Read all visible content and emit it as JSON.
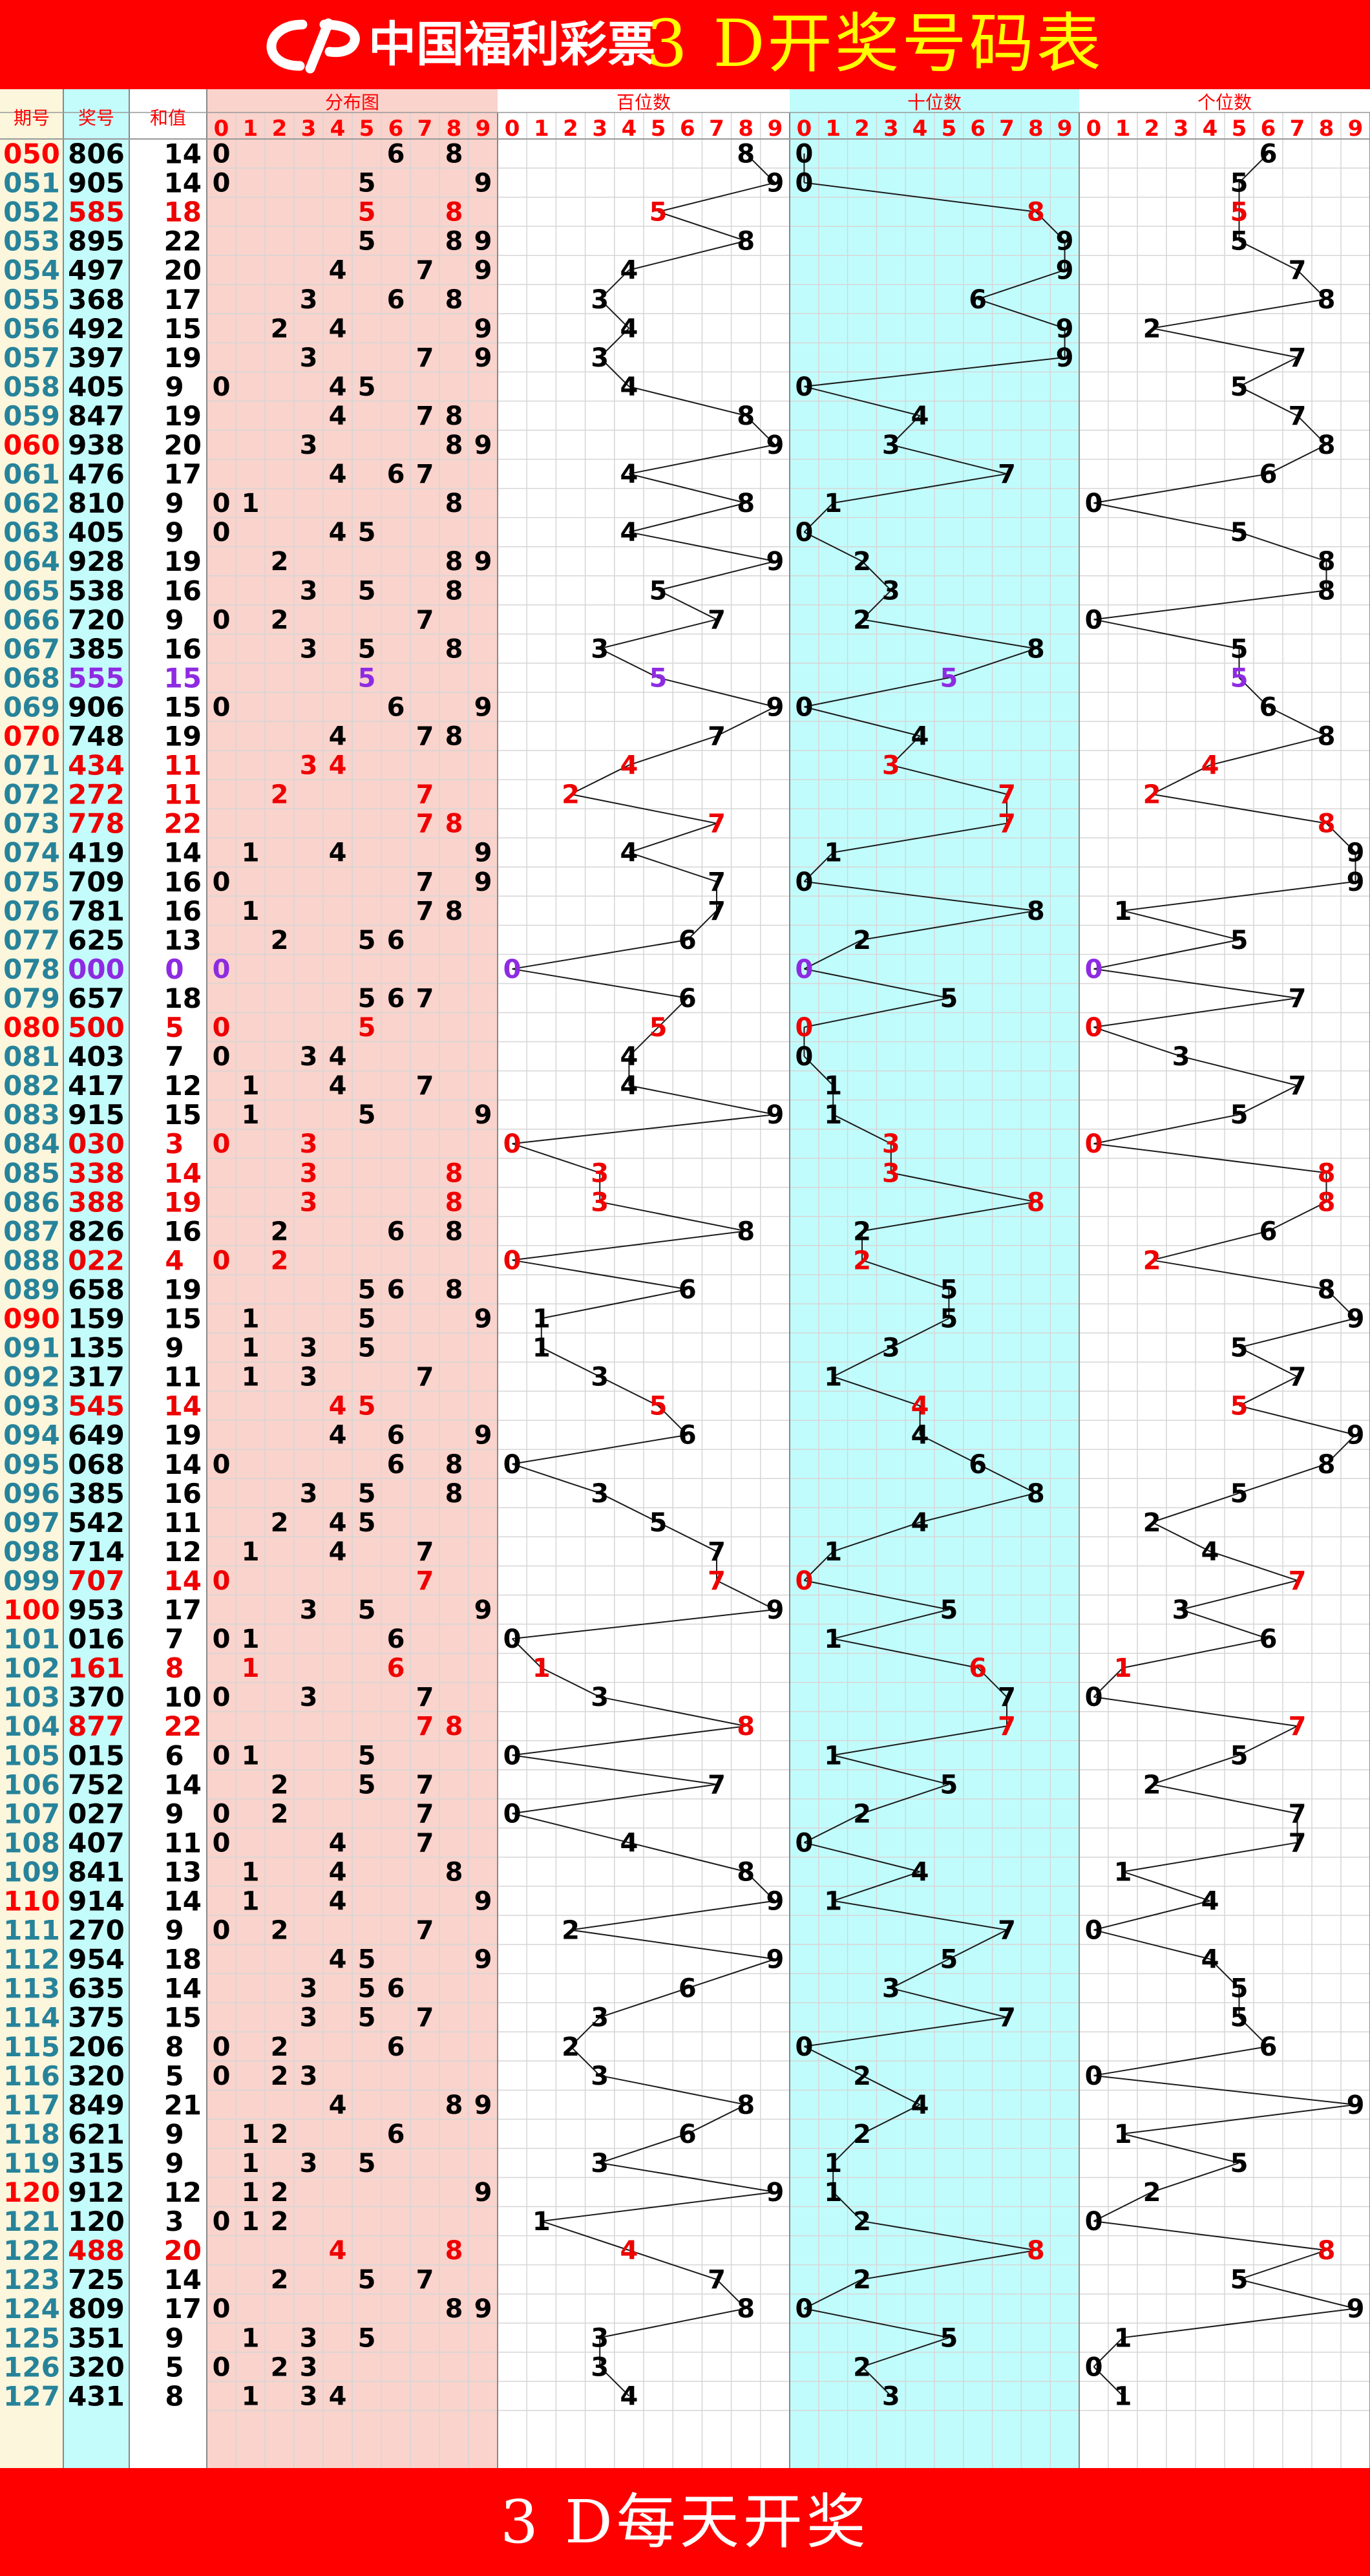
{
  "header": {
    "brand": "中国福利彩票",
    "title": "3 D开奖号码表"
  },
  "footer": {
    "text": "3 D每天开奖"
  },
  "colors": {
    "banner": "#ff0000",
    "title_text": "#ffff00",
    "period_column": "#fbf6dc",
    "number_column": "#c4fcfc",
    "distribution_column": "#f9d3cc",
    "tens_column": "#c1fcfc",
    "normal_digit": "#000000",
    "pair_digit": "#ee0000",
    "triple_digit": "#8e2be2",
    "period_normal": "#27839a",
    "period_round": "#ff0000"
  },
  "chart_data": {
    "type": "table",
    "columns": {
      "period": "期号",
      "number": "奖号",
      "sum": "和值",
      "distribution": "分布图",
      "hundreds": "百位数",
      "tens": "十位数",
      "units": "个位数"
    },
    "digit_labels": [
      "0",
      "1",
      "2",
      "3",
      "4",
      "5",
      "6",
      "7",
      "8",
      "9"
    ],
    "periods": [
      "050",
      "051",
      "052",
      "053",
      "054",
      "055",
      "056",
      "057",
      "058",
      "059",
      "060",
      "061",
      "062",
      "063",
      "064",
      "065",
      "066",
      "067",
      "068",
      "069",
      "070",
      "071",
      "072",
      "073",
      "074",
      "075",
      "076",
      "077",
      "078",
      "079",
      "080",
      "081",
      "082",
      "083",
      "084",
      "085",
      "086",
      "087",
      "088",
      "089",
      "090",
      "091",
      "092",
      "093",
      "094",
      "095",
      "096",
      "097",
      "098",
      "099",
      "100",
      "101",
      "102",
      "103",
      "104",
      "105",
      "106",
      "107",
      "108",
      "109",
      "110",
      "111",
      "112",
      "113",
      "114",
      "115",
      "116",
      "117",
      "118",
      "119",
      "120",
      "121",
      "122",
      "123",
      "124",
      "125",
      "126",
      "127"
    ],
    "numbers": [
      "806",
      "905",
      "585",
      "895",
      "497",
      "368",
      "492",
      "397",
      "405",
      "847",
      "938",
      "476",
      "810",
      "405",
      "928",
      "538",
      "720",
      "385",
      "555",
      "906",
      "748",
      "434",
      "272",
      "778",
      "419",
      "709",
      "781",
      "625",
      "000",
      "657",
      "500",
      "403",
      "417",
      "915",
      "030",
      "338",
      "388",
      "826",
      "022",
      "658",
      "159",
      "135",
      "317",
      "545",
      "649",
      "068",
      "385",
      "542",
      "714",
      "707",
      "953",
      "016",
      "161",
      "370",
      "877",
      "015",
      "752",
      "027",
      "407",
      "841",
      "914",
      "270",
      "954",
      "635",
      "375",
      "206",
      "320",
      "849",
      "621",
      "315",
      "912",
      "120",
      "488",
      "725",
      "809",
      "351",
      "320",
      "431"
    ],
    "sums": [
      "14",
      "14",
      "18",
      "22",
      "20",
      "17",
      "15",
      "19",
      "9",
      "19",
      "20",
      "17",
      "9",
      "9",
      "19",
      "16",
      "9",
      "16",
      "15",
      "15",
      "19",
      "11",
      "11",
      "22",
      "14",
      "16",
      "16",
      "13",
      "0",
      "18",
      "5",
      "7",
      "12",
      "15",
      "3",
      "14",
      "19",
      "16",
      "4",
      "19",
      "15",
      "9",
      "11",
      "14",
      "19",
      "14",
      "16",
      "11",
      "12",
      "14",
      "17",
      "7",
      "8",
      "10",
      "22",
      "6",
      "14",
      "9",
      "11",
      "13",
      "14",
      "9",
      "18",
      "14",
      "15",
      "8",
      "5",
      "21",
      "9",
      "9",
      "12",
      "3",
      "20",
      "14",
      "17",
      "9",
      "5",
      "8"
    ]
  }
}
